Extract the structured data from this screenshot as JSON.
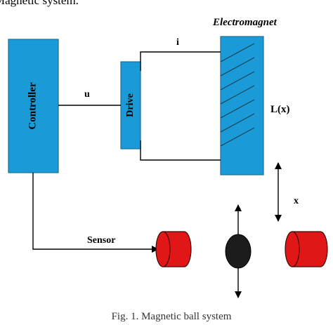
{
  "header_fragment": "Magnetic system.",
  "blocks": {
    "controller": "Controller",
    "drive": "Drive",
    "electromagnet": "Electromagnet"
  },
  "signals": {
    "u": "u",
    "i": "i",
    "inductance": "L(x)",
    "x": "x",
    "sensor": "Sensor"
  },
  "caption": "Fig. 1. Magnetic ball system",
  "colors": {
    "block_fill": "#1a9bd7",
    "block_stroke": "#1e6f99",
    "magnet_fill": "#e11616",
    "ball_fill": "#1c1c1c",
    "line": "#000000"
  }
}
